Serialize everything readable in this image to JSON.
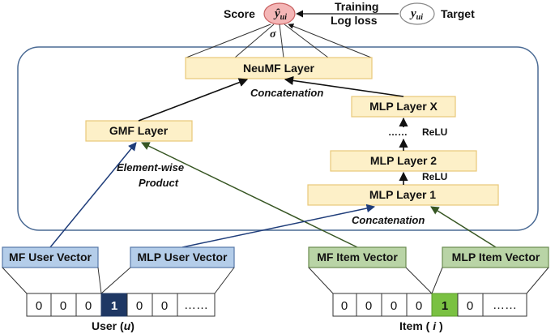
{
  "header": {
    "score_label": "Score",
    "score_symbol": "ŷ",
    "score_sub": "ui",
    "training_line1": "Training",
    "training_line2": "Log loss",
    "target_symbol": "y",
    "target_sub": "ui",
    "target_label": "Target",
    "sigma": "σ"
  },
  "layers": {
    "neumf": "NeuMF Layer",
    "gmf": "GMF Layer",
    "mlp_x": "MLP Layer X",
    "mlp_2": "MLP Layer 2",
    "mlp_1": "MLP Layer 1"
  },
  "annotations": {
    "concat_top": "Concatenation",
    "dots": "……",
    "relu_top": "ReLU",
    "relu_bottom": "ReLU",
    "elementwise_line1": "Element-wise",
    "elementwise_line2": "Product",
    "concat_bottom": "Concatenation"
  },
  "vectors": {
    "mf_user": "MF User Vector",
    "mlp_user": "MLP User Vector",
    "mf_item": "MF Item Vector",
    "mlp_item": "MLP Item Vector"
  },
  "inputs": {
    "user_cells": [
      "0",
      "0",
      "0",
      "1",
      "0",
      "0",
      "……"
    ],
    "user_label_text": "User (",
    "user_label_var": "u",
    "user_label_end": ")",
    "item_cells": [
      "0",
      "0",
      "0",
      "0",
      "1",
      "0",
      "……"
    ],
    "item_label_text": "Item ( ",
    "item_label_var": "i",
    "item_label_end": " )"
  },
  "colors": {
    "layer_fill": "#fdf0c8",
    "layer_stroke": "#e8c878",
    "user_vec_fill": "#b4cde9",
    "user_vec_stroke": "#5878a8",
    "item_vec_fill": "#b9d4a6",
    "item_vec_stroke": "#6a8c50",
    "user_one_cell": "#1f3864",
    "item_one_cell": "#7ac142",
    "score_fill": "#f4b6b6",
    "user_arrow": "#1f3d7a",
    "item_arrow": "#375623"
  }
}
